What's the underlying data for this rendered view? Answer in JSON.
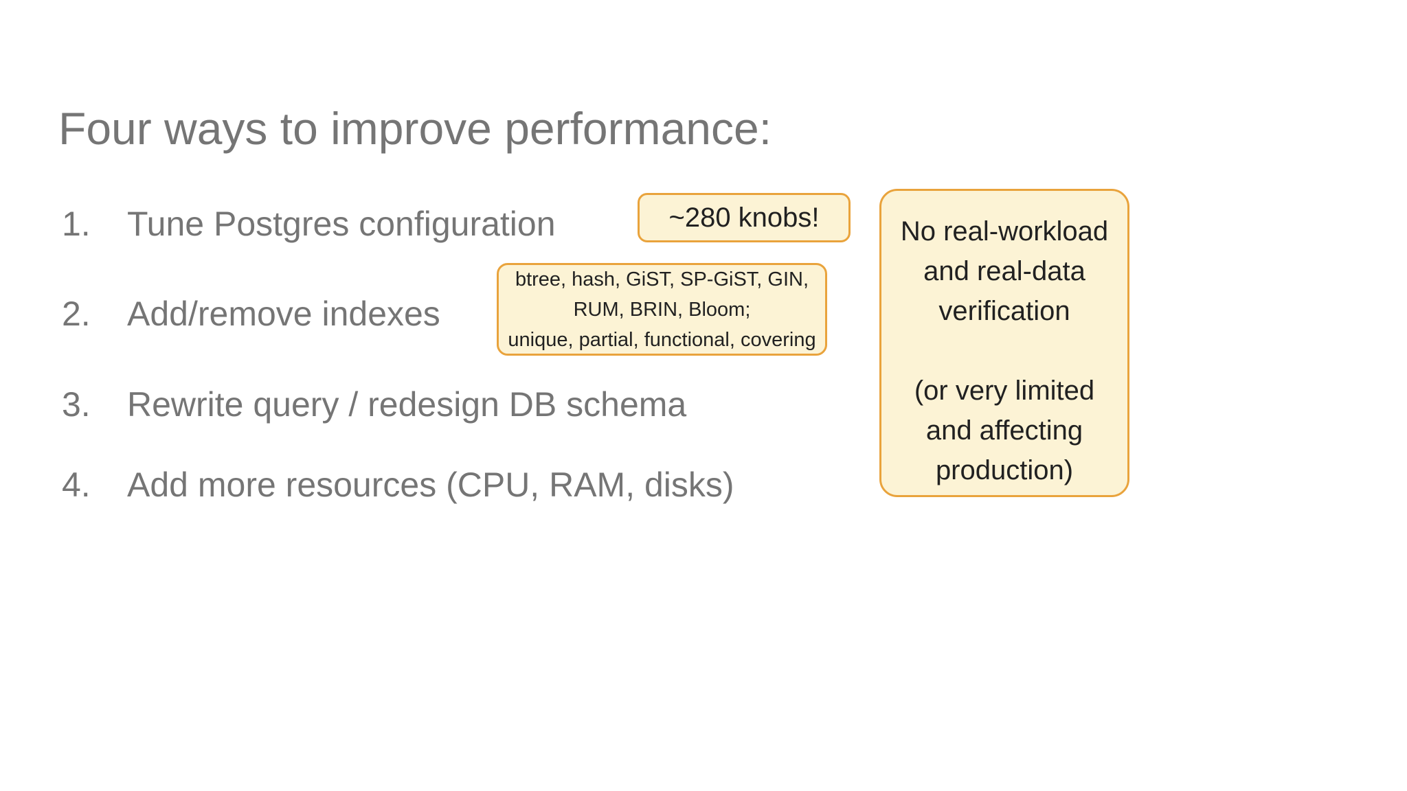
{
  "slide": {
    "title": "Four ways to improve performance:",
    "items": [
      {
        "number": "1.",
        "text": "Tune Postgres configuration"
      },
      {
        "number": "2.",
        "text": "Add/remove indexes"
      },
      {
        "number": "3.",
        "text": "Rewrite query / redesign DB schema"
      },
      {
        "number": "4.",
        "text": "Add more resources (CPU, RAM, disks)"
      }
    ],
    "callouts": {
      "knobs": {
        "text": "~280 knobs!"
      },
      "indexes": {
        "lines": [
          "btree, hash, GiST, SP-GiST, GIN,",
          "RUM, BRIN, Bloom;",
          "unique, partial, functional, covering"
        ]
      },
      "verification": {
        "para1": [
          "No real-workload",
          "and real-data",
          "verification"
        ],
        "para2": [
          "(or very limited",
          "and affecting",
          "production)"
        ]
      }
    },
    "colors": {
      "callout_fill": "#FCF3D5",
      "callout_border": "#E9A33C",
      "body_text": "#757575",
      "callout_text": "#212121",
      "background": "#FFFFFF"
    }
  }
}
